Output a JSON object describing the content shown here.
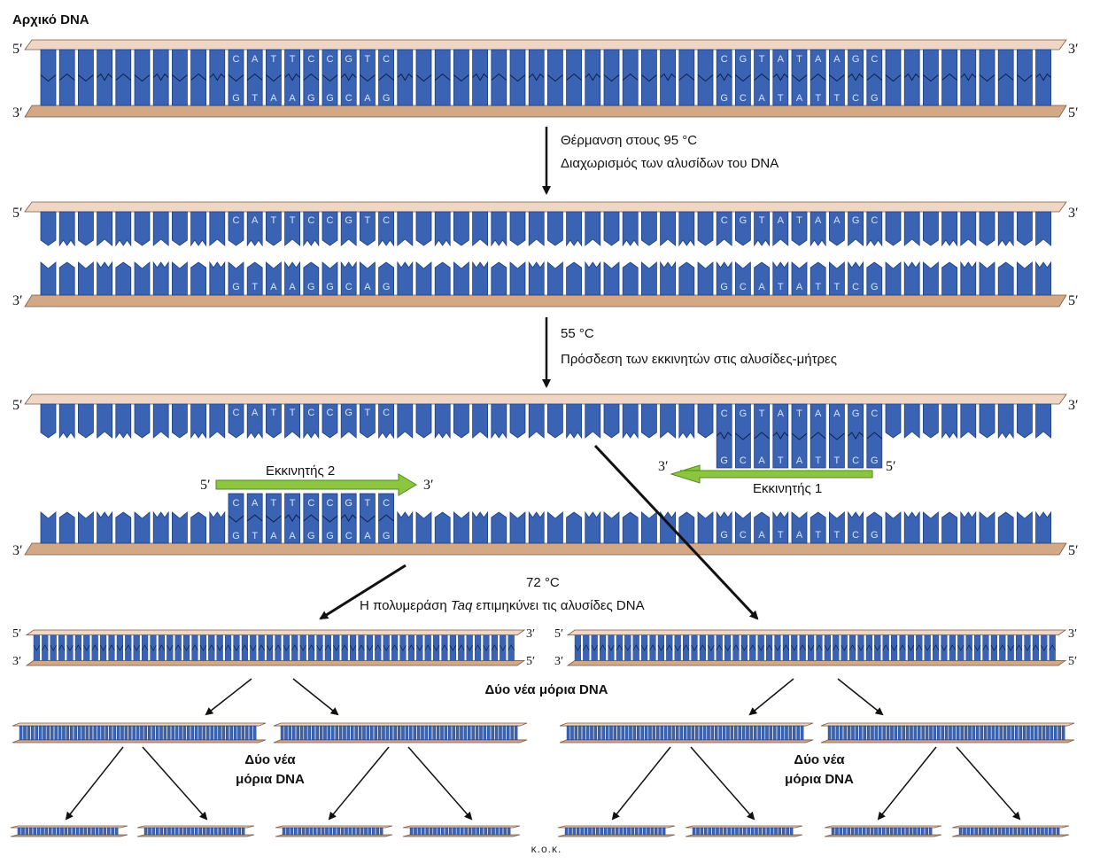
{
  "title": "Αρχικό DNA",
  "ends": {
    "five": "5′",
    "three": "3′"
  },
  "steps": {
    "denature_line1": "Θέρμανση στους 95 °C",
    "denature_line2": "Διαχωρισμός των αλυσίδων του DNA",
    "anneal_line1": "55 °C",
    "anneal_line2": "Πρόσδεση των εκκινητών στις αλυσίδες-μήτρες",
    "extend_line1": "72 °C",
    "extend_pre": "Η πολυμεράση ",
    "extend_italic": "Taq",
    "extend_post": " επιμηκύνει τις αλυσίδες DNA"
  },
  "primers": {
    "primer2": "Εκκινητής 2",
    "primer1": "Εκκινητής 1"
  },
  "sequences": {
    "top_left": [
      "C",
      "A",
      "T",
      "T",
      "C",
      "C",
      "G",
      "T",
      "C"
    ],
    "bottom_left": [
      "G",
      "T",
      "A",
      "A",
      "G",
      "G",
      "C",
      "A",
      "G"
    ],
    "top_right": [
      "C",
      "G",
      "T",
      "A",
      "T",
      "A",
      "A",
      "G",
      "C"
    ],
    "bottom_right": [
      "G",
      "C",
      "A",
      "T",
      "A",
      "T",
      "T",
      "C",
      "G"
    ]
  },
  "results": {
    "two_new_molecules": "Δύο νέα μόρια DNA",
    "two_new_line1": "Δύο νέα",
    "two_new_line2": "μόρια DNA"
  },
  "footer": "κ.ο.κ.",
  "colors": {
    "base": "#3a63b3",
    "base_edge": "#1f3f82",
    "backbone_top": "#f0d6c4",
    "backbone_bottom": "#d2a887",
    "primer": "#8cc63f",
    "primer_edge": "#4d8a1a",
    "arrow": "#111111"
  }
}
